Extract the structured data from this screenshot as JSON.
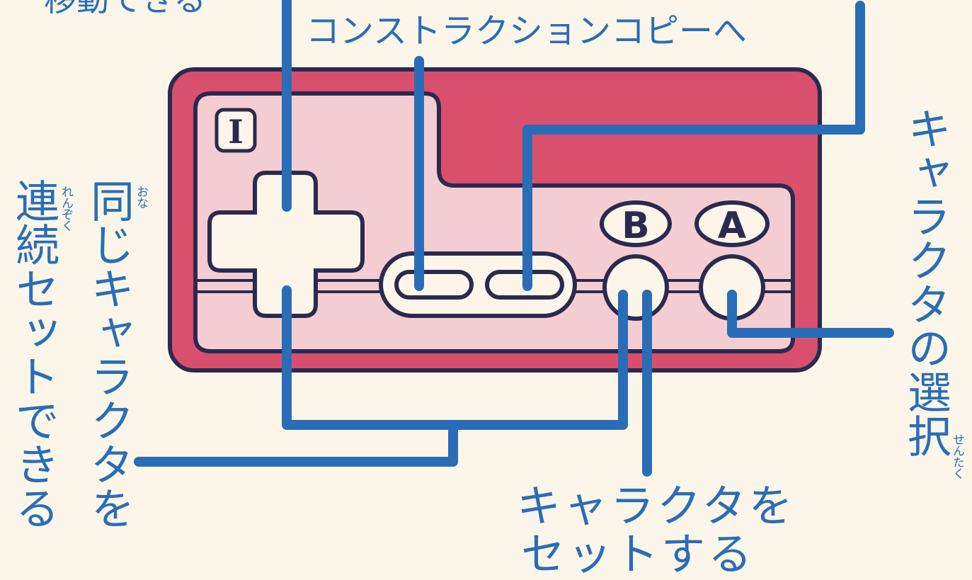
{
  "labels": {
    "top_left_partial": "移動できる",
    "construction_copy": "コンストラクションコピーへ",
    "select_character": "キャラクタの選択",
    "select_furigana": "せんたく",
    "same_character": "同じキャラクタを",
    "same_furigana": "おな",
    "continuous_set": "連続セットできる",
    "continuous_furigana": "れんぞく",
    "set_character_line1": "キャラクタを",
    "set_character_line2": "セットする"
  },
  "controller": {
    "player_badge": "I",
    "button_b": "B",
    "button_a": "A"
  },
  "colors": {
    "line": "#2a6db7",
    "body_pink": "#d9506e",
    "panel_pink": "#f4cdd2",
    "outline": "#2b2a4e",
    "paper": "#fbf6e9"
  }
}
